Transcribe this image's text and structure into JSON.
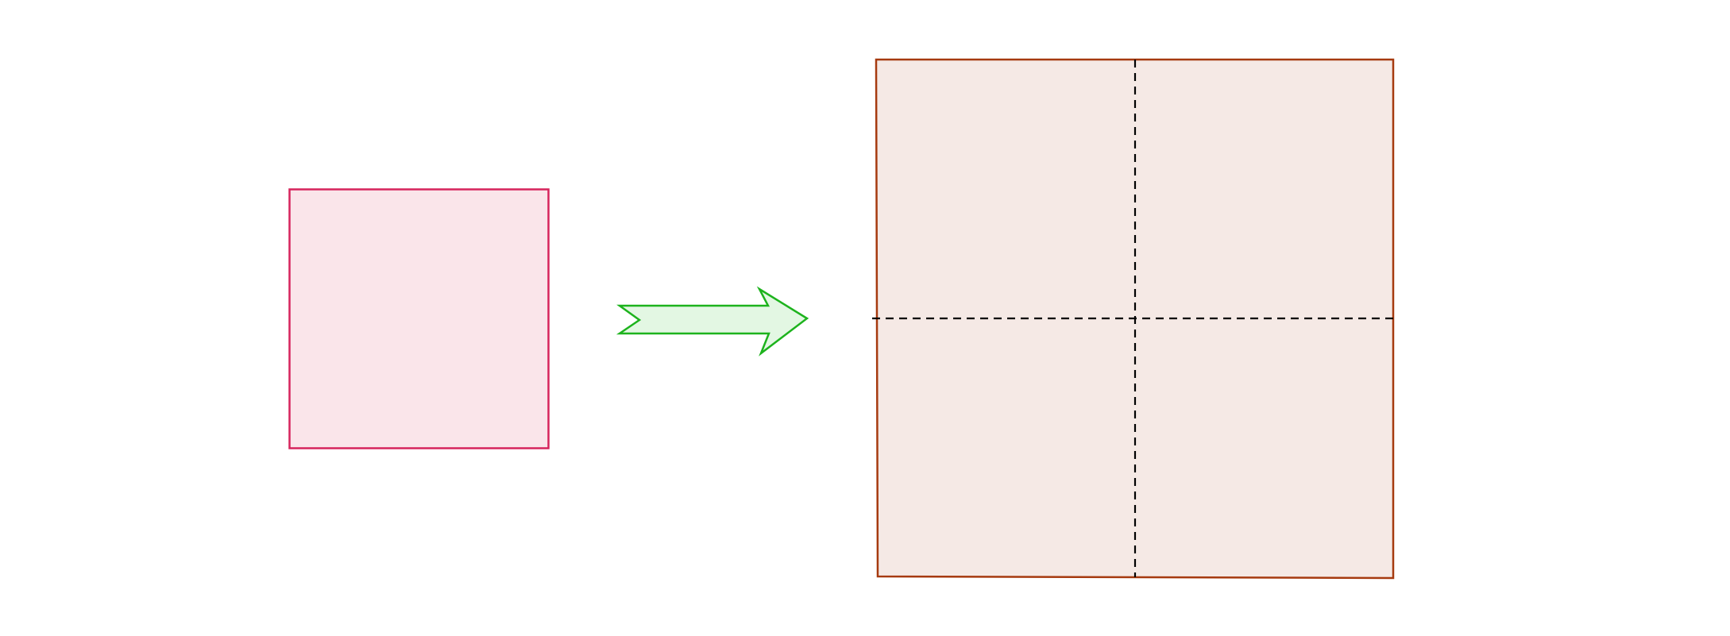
{
  "diagram": {
    "colors": {
      "background": "#ffffff",
      "small_square_fill": "#fae5ea",
      "small_square_stroke": "#d6245c",
      "arrow_fill": "#e3f7e3",
      "arrow_stroke": "#1db31d",
      "large_square_fill": "#f5e9e5",
      "large_square_stroke": "#a63a0f",
      "divider_stroke": "#000000"
    },
    "small_square": {
      "shape": "square"
    },
    "arrow": {
      "shape": "notched-right-arrow"
    },
    "large_square": {
      "shape": "square",
      "divisions": {
        "rows": 2,
        "columns": 2
      },
      "divider_style": "dashed"
    }
  }
}
